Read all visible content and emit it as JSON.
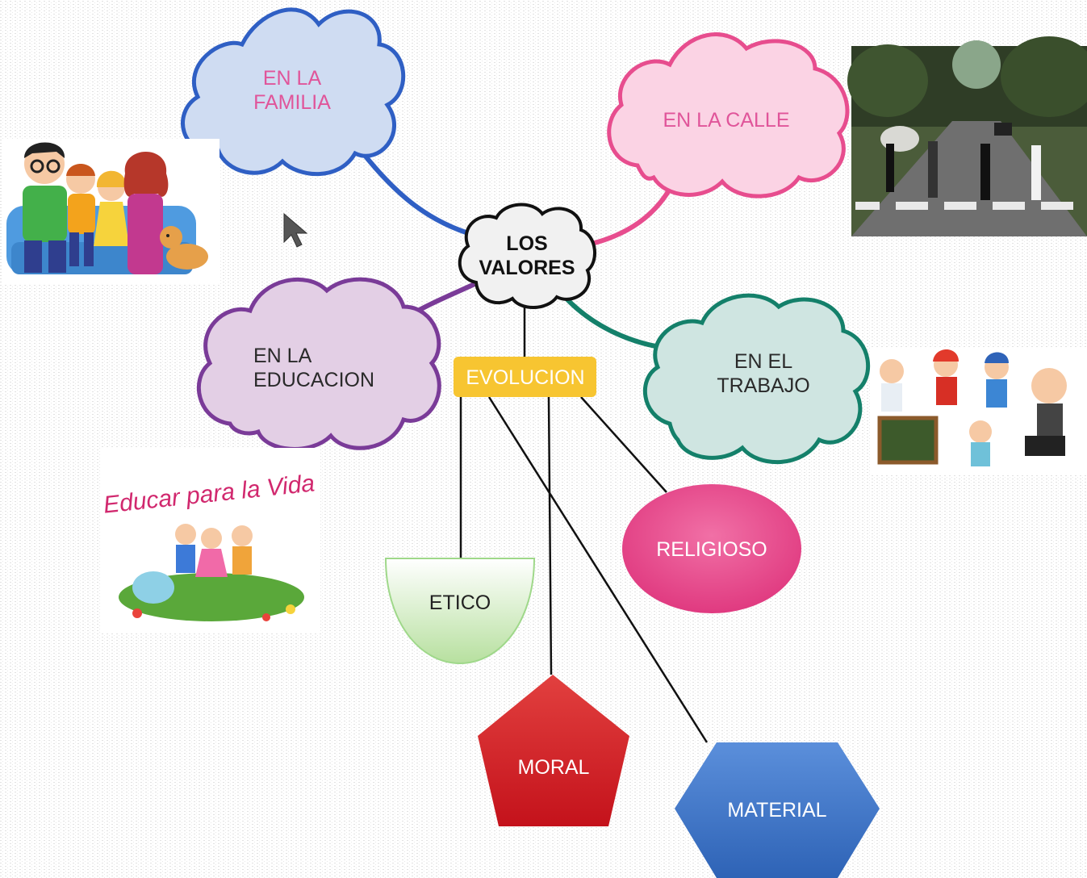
{
  "center": {
    "line1": "LOS",
    "line2": "VALORES"
  },
  "branches": {
    "familia": {
      "line1": "EN LA",
      "line2": "FAMILIA",
      "color": "#2f5fc4",
      "fill": "#cfdcf2",
      "text_color": "#e0559a"
    },
    "calle": {
      "line1": "EN LA CALLE",
      "color": "#e74d8e",
      "fill": "#fbd3e4",
      "text_color": "#e0559a"
    },
    "educacion": {
      "line1": "EN LA",
      "line2": "EDUCACION",
      "color": "#7a3b98",
      "fill": "#e3cfe5",
      "text_color": "#2a2a2a"
    },
    "trabajo": {
      "line1": "EN EL",
      "line2": "TRABAJO",
      "color": "#14806a",
      "fill": "#cfe5e1",
      "text_color": "#2a2a2a"
    }
  },
  "evolucion": {
    "label": "EVOLUCION",
    "fill": "#f7c531",
    "text_color": "#ffffff"
  },
  "types": {
    "etico": {
      "label": "ETICO",
      "fill": "#d8efc9"
    },
    "moral": {
      "label": "MORAL",
      "fill": "#d8232a"
    },
    "religioso": {
      "label": "RELIGIOSO",
      "fill": "#e8478a"
    },
    "material": {
      "label": "MATERIAL",
      "fill": "#3f78c9"
    }
  },
  "images": {
    "family": "family-cartoon",
    "street": "street-crossing-photo",
    "educar": {
      "caption": "Educar para la Vida"
    },
    "workers": "workers-cartoon"
  }
}
